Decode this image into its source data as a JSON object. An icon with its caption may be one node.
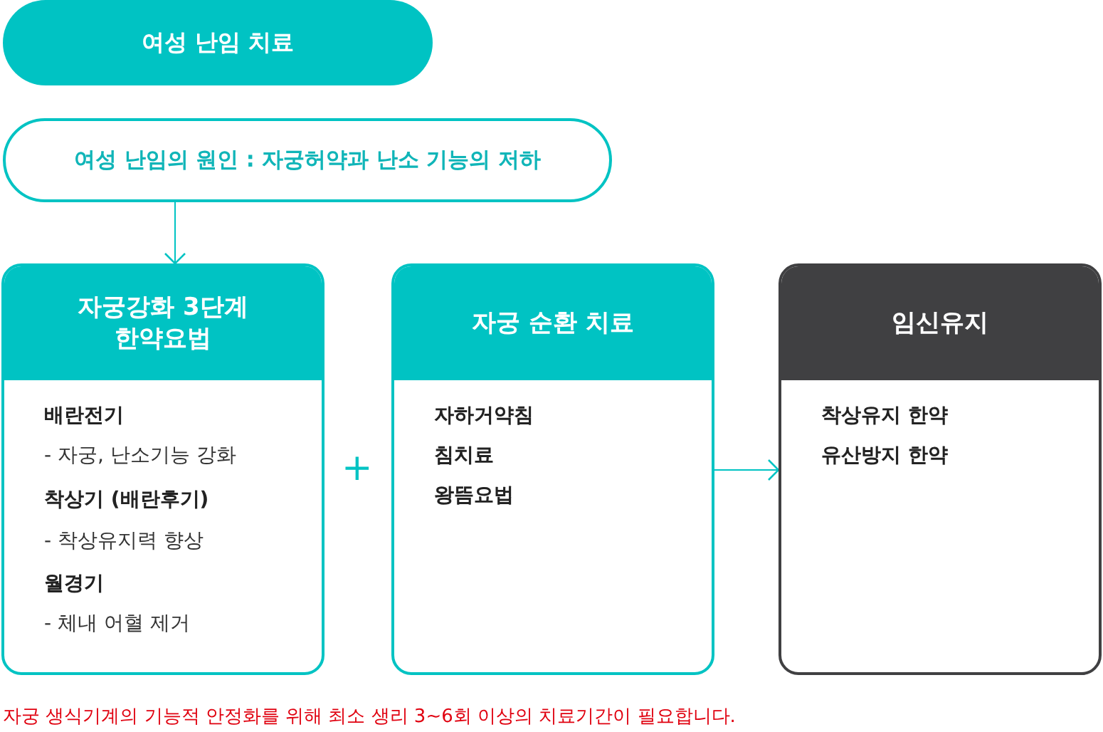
{
  "diagram": {
    "caption": "자궁 생식기계의 기능적 안정화를 위해 최소 생리 3~6회 이상의 치료기간이 필요합니다.",
    "nodes": [
      {
        "text": [
          "여성 난임 치료"
        ]
      },
      {
        "text": [
          "여성 난임의 원인 : 자궁허약과 난소 기능의 저하"
        ]
      },
      {
        "text": [
          "자궁강화 3단계 한약요법",
          "배란전기",
          "- 자궁, 난소기능 강화",
          "착상기 (배란후기)",
          "- 착상유지력 향상",
          "월경기",
          "- 체내 어혈 제거"
        ]
      },
      {
        "text": [
          "자궁 순환 치료",
          "자하거약침",
          "침치료",
          "왕뜸요법"
        ]
      },
      {
        "text": [
          "임신유지",
          "착상유지 한약",
          "유산방지 한약"
        ]
      }
    ],
    "edges": [
      {
        "from": 1,
        "to": 2,
        "arrow": "to"
      },
      {
        "from": 3,
        "to": 4,
        "arrow": "to"
      }
    ],
    "labels": [
      "+"
    ]
  }
}
